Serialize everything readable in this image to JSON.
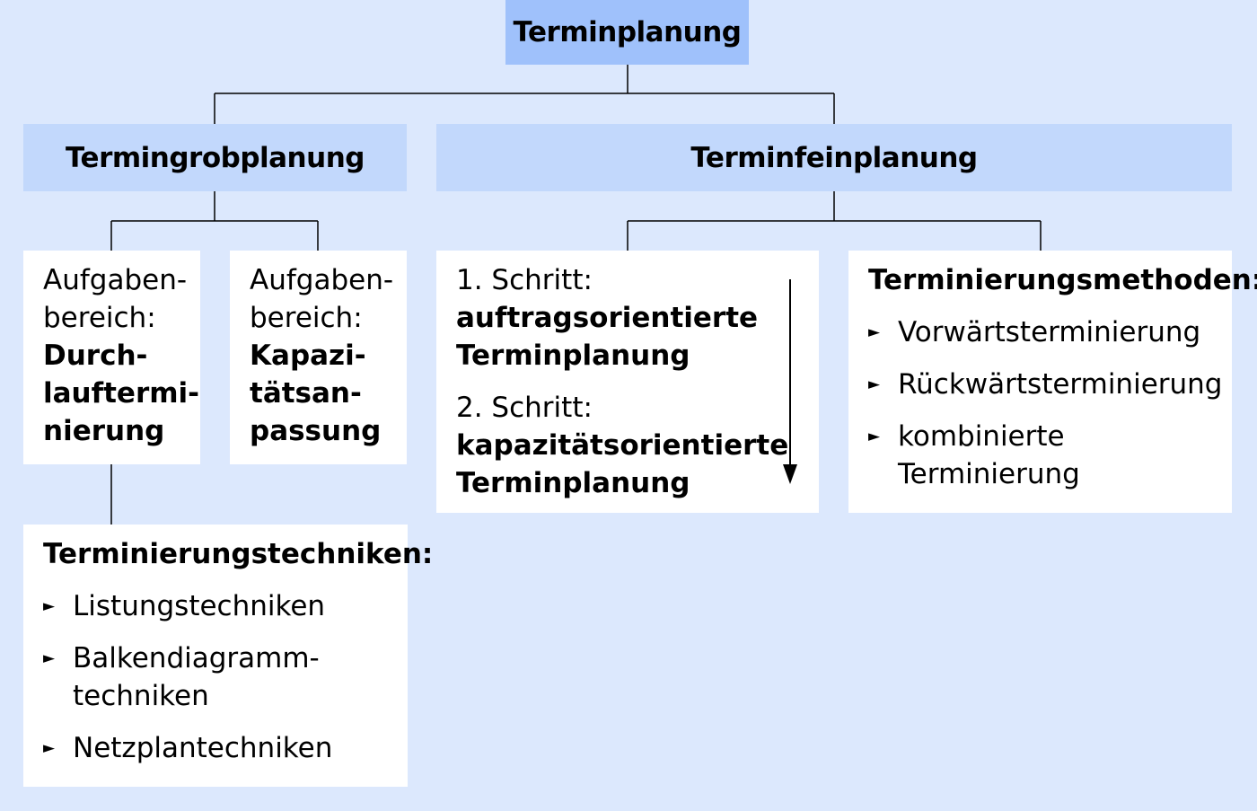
{
  "root": {
    "label": "Terminplanung"
  },
  "grob": {
    "label": "Termingrobplanung",
    "durchlauf": {
      "line1": "Aufgaben-",
      "line2": "bereich:",
      "bold": [
        "Durch-",
        "lauftermi-",
        "nierung"
      ]
    },
    "kapazitaet": {
      "line1": "Aufgaben-",
      "line2": "bereich:",
      "bold": [
        "Kapazi-",
        "tätsan-",
        "passung"
      ]
    },
    "techniken": {
      "title": "Terminierungstechniken:",
      "items": [
        [
          "Listungstechniken"
        ],
        [
          "Balkendiagramm-",
          "techniken"
        ],
        [
          "Netzplantechniken"
        ]
      ]
    }
  },
  "fein": {
    "label": "Terminfeinplanung",
    "schritte": [
      {
        "step": "1. Schritt:",
        "bold": [
          "auftragsorientierte",
          "Terminplanung"
        ]
      },
      {
        "step": "2. Schritt:",
        "bold": [
          "kapazitätsorientierte",
          "Terminplanung"
        ]
      }
    ],
    "methoden": {
      "title": "Terminierungsmethoden:",
      "items": [
        [
          "Vorwärtsterminierung"
        ],
        [
          "Rückwärtsterminierung"
        ],
        [
          "kombinierte",
          "Terminierung"
        ]
      ]
    }
  },
  "colors": {
    "background": "#dce8fd",
    "root": "#9fc1fb",
    "level1": "#c2d8fc",
    "box": "#ffffff",
    "line": "#000000"
  },
  "bullet_icon": "triangle-right-icon"
}
